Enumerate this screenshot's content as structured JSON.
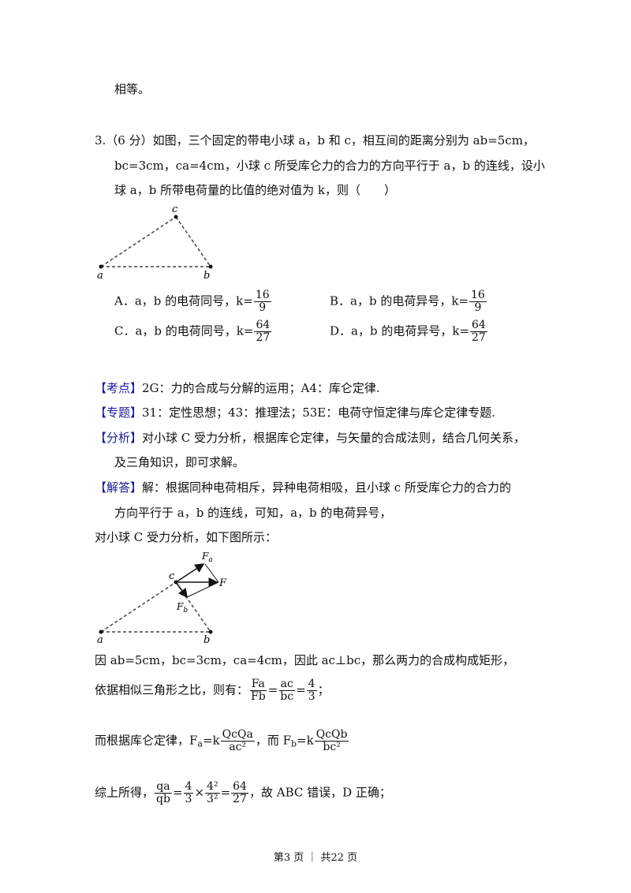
{
  "top_text": "相等。",
  "question": {
    "line1": "3.（6 分）如图，三个固定的带电小球 a，b 和 c，相互间的距离分别为 ab=5cm，",
    "line2": "bc=3cm，ca=4cm，小球 c 所受库仑力的合力的方向平行于 a，b 的连线，设小",
    "line3": "球 a，b 所带电荷量的比值的绝对值为 k，则（　　）"
  },
  "figure1": {
    "label_a": "a",
    "label_b": "b",
    "label_c": "c"
  },
  "options": {
    "A": {
      "text": "A．a，b 的电荷同号，k=",
      "num": "16",
      "den": "9"
    },
    "B": {
      "text": "B．a，b 的电荷异号，k=",
      "num": "16",
      "den": "9"
    },
    "C": {
      "text": "C．a，b 的电荷同号，k=",
      "num": "64",
      "den": "27"
    },
    "D": {
      "text": "D．a，b 的电荷异号，k=",
      "num": "64",
      "den": "27"
    }
  },
  "kaodian": {
    "tag": "【考点】",
    "text": "2G：力的合成与分解的运用；A4：库仑定律."
  },
  "zhuanti": {
    "tag": "【专题】",
    "text": "31：定性思想；43：推理法；53E：电荷守恒定律与库仑定律专题."
  },
  "fenxi": {
    "tag": "【分析】",
    "line1": "对小球 C 受力分析，根据库仑定律，与矢量的合成法则，结合几何关系，",
    "line2": "及三角知识，即可求解。"
  },
  "jieda": {
    "tag": "【解答】",
    "line1": "解：根据同种电荷相斥，异种电荷相吸，且小球 c 所受库仑力的合力的",
    "line2": "方向平行于 a，b 的连线，可知，a，b 的电荷异号，"
  },
  "analysis_line": "对小球 C 受力分析，如下图所示：",
  "figure2": {
    "label_a": "a",
    "label_b": "b",
    "label_c": "c",
    "label_Fa": "F",
    "label_Fa_sub": "a",
    "label_F": "F",
    "label_Fb": "F",
    "label_Fb_sub": "b"
  },
  "rect_line": "因 ab=5cm，bc=3cm，ca=4cm，因此 ac⊥bc，那么两力的合成构成矩形，",
  "similar": {
    "prefix": "依据相似三角形之比，则有：",
    "f1_num": "Fa",
    "f1_den": "Fb",
    "eq1": "=",
    "f2_num": "ac",
    "f2_den": "bc",
    "eq2": "=",
    "f3_num": "4",
    "f3_den": "3",
    "suffix": "；"
  },
  "coulomb": {
    "prefix": "而根据库仑定律，F",
    "sub_a": "a",
    "mid_a": "=k",
    "qa_num": "QcQa",
    "qa_den": "ac²",
    "comma": "，而 F",
    "sub_b": "b",
    "mid_b": "=k",
    "qb_num": "QcQb",
    "qb_den": "bc²"
  },
  "conclusion": {
    "prefix": "综上所得，",
    "f1_num": "qa",
    "f1_den": "qb",
    "eq1": "=",
    "f2_num": "4",
    "f2_den": "3",
    "times": "×",
    "f3_num": "4²",
    "f3_den": "3²",
    "eq2": "=",
    "f4_num": "64",
    "f4_den": "27",
    "suffix": "，故 ABC 错误，D 正确；"
  },
  "footer": {
    "text": "第3 页 ｜ 共22 页"
  }
}
